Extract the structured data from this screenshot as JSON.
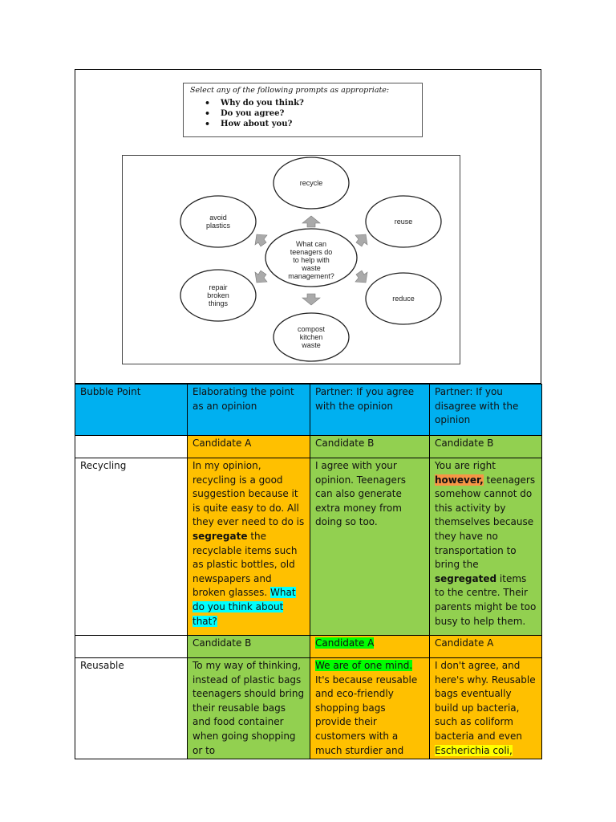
{
  "prompts": {
    "title": "Select any of the following prompts as appropriate:",
    "items": [
      "Why do you think?",
      "Do you agree?",
      "How about you?"
    ]
  },
  "diagram": {
    "center_lines": [
      "What can",
      "teenagers do",
      "to help with",
      "waste",
      "management?"
    ],
    "bubbles": {
      "recycle": [
        "recycle"
      ],
      "reuse": [
        "reuse"
      ],
      "reduce": [
        "reduce"
      ],
      "compost": [
        "compost",
        "kitchen",
        "waste"
      ],
      "repair": [
        "repair",
        "broken",
        "things"
      ],
      "avoid": [
        "avoid",
        "plastics"
      ]
    }
  },
  "table": {
    "header": {
      "col1": "Bubble Point",
      "col2": "Elaborating the point as an opinion",
      "col3": " Partner: If you agree with the opinion",
      "col4": "Partner: If you disagree with the opinion"
    },
    "row1_candidates": {
      "c2": "Candidate A",
      "c3": "Candidate B",
      "c4": "Candidate B"
    },
    "recycling": {
      "label": "Recycling",
      "c2_pre": "In my opinion, recycling is a good suggestion because it is quite easy to do. All they ever need to do is ",
      "c2_bold": "segregate",
      "c2_mid": " the recyclable items such as plastic bottles, old newspapers and broken glasses. ",
      "c2_hl": "What do you think about that?",
      "c3": "I agree with your opinion. Teenagers can also generate extra money from doing so too.",
      "c4_pre": "You are right ",
      "c4_hl": "however,",
      "c4_mid": " teenagers somehow cannot do this activity by themselves because they have no transportation to bring the ",
      "c4_bold": "segregated",
      "c4_post": " items to the centre. Their parents might be too busy to help them."
    },
    "row2_candidates": {
      "c2": "Candidate B",
      "c3": "Candidate A",
      "c4": "Candidate A"
    },
    "reusable": {
      "label": "Reusable",
      "c2": "To my way of thinking, instead of plastic bags teenagers should bring their reusable bags and food container when going shopping or to",
      "c3_hl": "We are of one mind.",
      "c3_post": " It's because reusable and eco-friendly shopping bags provide their customers with a much sturdier and",
      "c4_pre": "I don't agree, and here's why. Reusable bags eventually build up bacteria, such as coliform bacteria and even ",
      "c4_hl": "Escherichia coli,"
    }
  }
}
